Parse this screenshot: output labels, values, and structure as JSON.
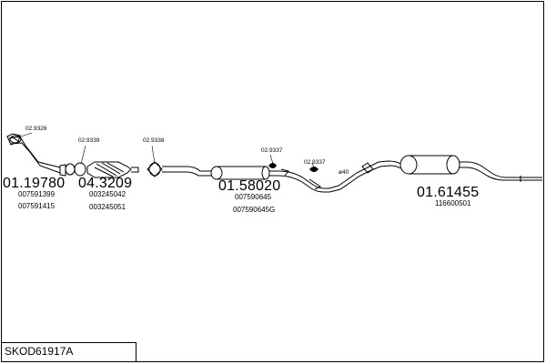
{
  "diagram": {
    "code": "SKOD61917A",
    "parts": [
      {
        "number": "01.19780",
        "refs": [
          "007591399",
          "007591415"
        ]
      },
      {
        "number": "04.3209",
        "refs": [
          "003245042",
          "003245051"
        ]
      },
      {
        "number": "01.58020",
        "refs": [
          "007590645",
          "007590645G"
        ]
      },
      {
        "number": "01.61455",
        "refs": [
          "116600501"
        ]
      }
    ],
    "accessories": [
      "02.9326",
      "02.9339",
      "02.9338",
      "02.9337",
      "02.9337",
      "ø40"
    ]
  }
}
